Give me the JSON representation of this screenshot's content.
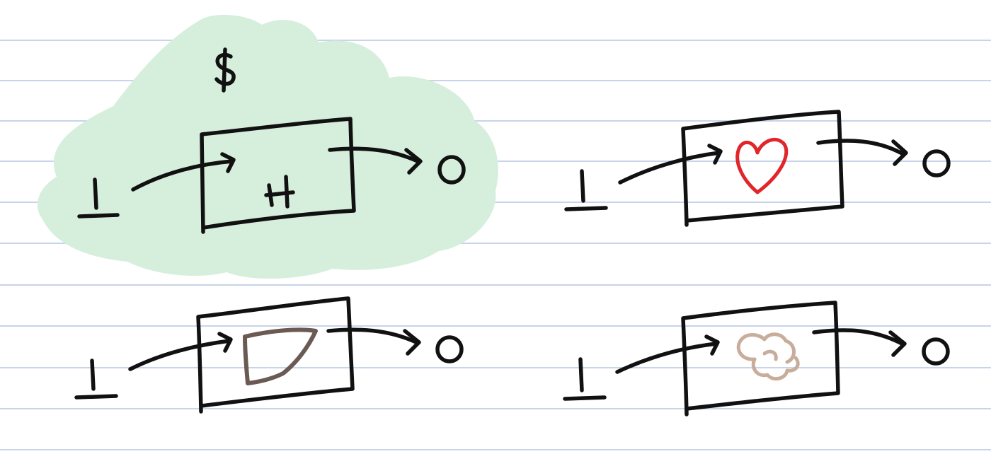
{
  "colors": {
    "paper": "#ffffff",
    "rule_line": "#c7d4ea",
    "ink": "#111111",
    "highlight": "#d6eedc",
    "heart": "#e0262b",
    "shape": "#6a5a53",
    "brain": "#c8ad9b"
  },
  "diagrams": [
    {
      "input_label": "I",
      "output_label": "O",
      "box_content": "H",
      "context_label": "S",
      "highlighted": true
    },
    {
      "input_label": "I",
      "output_label": "O",
      "content_icon": "heart-icon"
    },
    {
      "input_label": "I",
      "output_label": "O",
      "content_icon": "irregular-shape-icon"
    },
    {
      "input_label": "I",
      "output_label": "O",
      "content_icon": "brain-icon"
    }
  ]
}
